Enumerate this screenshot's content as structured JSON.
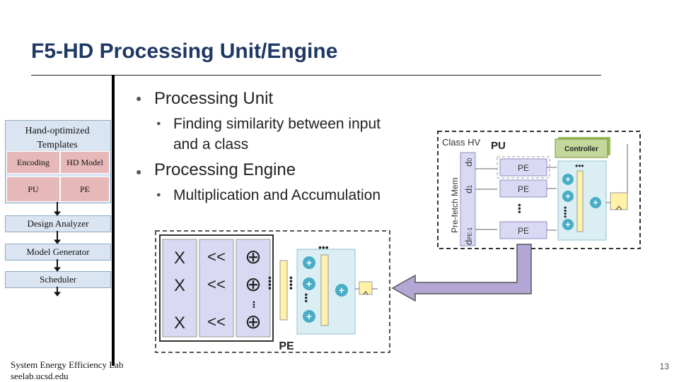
{
  "title": "F5-HD Processing Unit/Engine",
  "bullets": {
    "pu": "Processing Unit",
    "pu_sub_line1": "Finding similarity between input",
    "pu_sub_line2": "and a class",
    "pe": "Processing Engine",
    "pe_sub": "Multiplication and Accumulation"
  },
  "flow": {
    "hot_line1": "Hand-optimized",
    "hot_line2": "Templates",
    "encoding": "Encoding",
    "hd_model": "HD Model",
    "pu": "PU",
    "pe": "PE",
    "design_analyzer": "Design Analyzer",
    "model_generator": "Model Generator",
    "scheduler": "Scheduler"
  },
  "pu_diagram": {
    "class_hv": "Class HV",
    "pu_label": "PU",
    "controller": "Controller",
    "prefetch": "Pre-fetch Mem",
    "d0": "d",
    "d0_sub": "0",
    "d1": "d",
    "d1_sub": "1",
    "dpe": "d",
    "dpe_sub": "PE-1",
    "pe_labels": [
      "PE",
      "PE",
      "PE"
    ],
    "plus": "+"
  },
  "pe_diagram": {
    "ops": [
      [
        "X",
        "<<",
        "⊕"
      ],
      [
        "X",
        "<<",
        "⊕"
      ],
      [
        "X",
        "<<",
        "⊕"
      ]
    ],
    "pe_label": "PE",
    "plus": "+"
  },
  "footer": {
    "lab_line1": "System Energy Efficiency Lab",
    "lab_line2": "seelab.ucsd.edu"
  },
  "page_number": "13",
  "colors": {
    "title": "#1f3864",
    "flow_box": "#dbe5f1",
    "template_box": "#e6b8b7",
    "pe_box": "#d9d9f3",
    "controller": "#c4d79b",
    "arrow": "#b4a7d6",
    "accumulator": "#fff2a8"
  }
}
